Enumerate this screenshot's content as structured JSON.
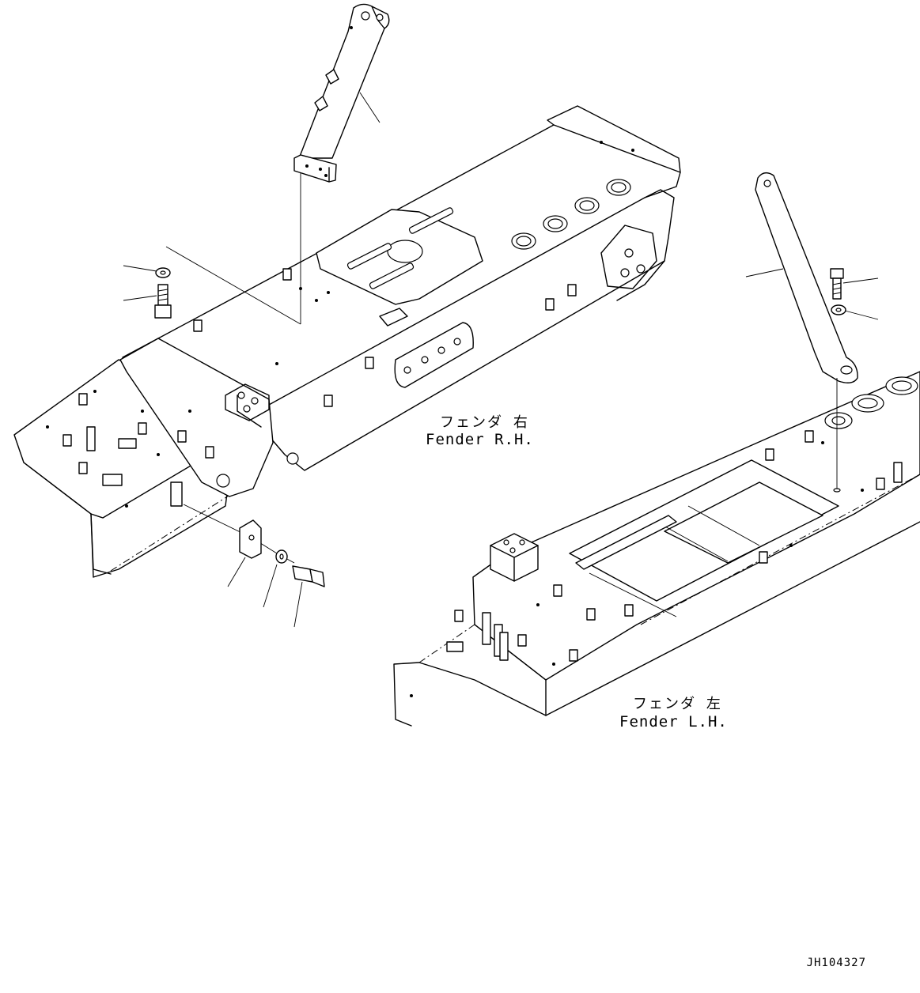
{
  "labels": {
    "fender_rh_jp": "フェンダ 右",
    "fender_rh_en": "Fender R.H.",
    "fender_lh_jp": "フェンダ 左",
    "fender_lh_en": "Fender L.H."
  },
  "drawing_number": "JH104327"
}
